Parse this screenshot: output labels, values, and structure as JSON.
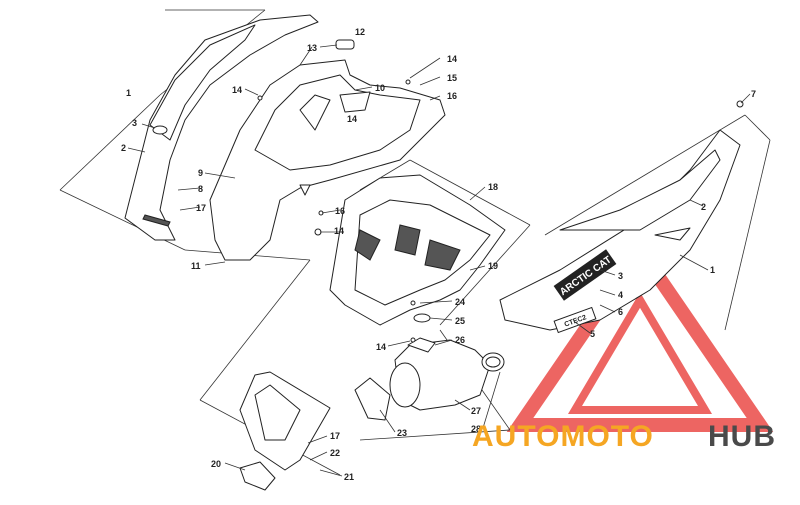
{
  "diagram": {
    "callouts": [
      "1",
      "2",
      "3",
      "7",
      "12",
      "13",
      "14",
      "14",
      "14",
      "14",
      "10",
      "15",
      "16",
      "16",
      "9",
      "8",
      "17",
      "11",
      "18",
      "19",
      "24",
      "25",
      "26",
      "14",
      "27",
      "28",
      "23",
      "17",
      "22",
      "20",
      "21",
      "1",
      "2",
      "3",
      "4",
      "5",
      "6"
    ]
  },
  "decals": {
    "brand": "ARCTIC CAT",
    "model": "CTEC2"
  },
  "watermark": {
    "text_orange": "AUTOMOTO",
    "text_dark": "HUB",
    "color_triangle": "#e8322e",
    "color_orange": "#f5a623",
    "color_dark": "#4a4a4a"
  }
}
